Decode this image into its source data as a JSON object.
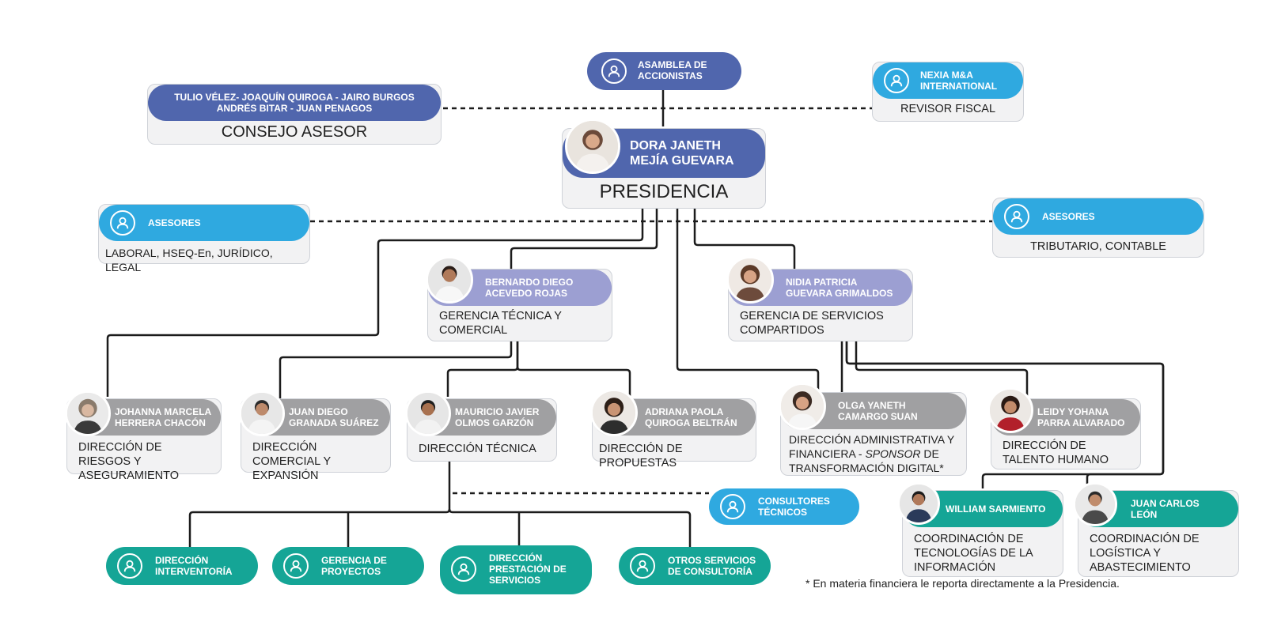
{
  "asamblea": {
    "label_line1": "ASAMBLEA DE",
    "label_line2": "ACCIONISTAS"
  },
  "consejo": {
    "members_line1": "TULIO VÉLEZ- JOAQUÍN QUIROGA - JAIRO BURGOS",
    "members_line2": "ANDRÉS BITAR - JUAN PENAGOS",
    "title": "CONSEJO ASESOR"
  },
  "nexia": {
    "name_line1": "NEXIA M&A",
    "name_line2": "INTERNATIONAL",
    "role": "REVISOR FISCAL"
  },
  "presidencia": {
    "name_line1": "DORA JANETH",
    "name_line2": "MEJÍA GUEVARA",
    "title": "PRESIDENCIA"
  },
  "asesores_left": {
    "label": "ASESORES",
    "areas": "LABORAL, HSEQ-En, JURÍDICO, LEGAL"
  },
  "asesores_right": {
    "label": "ASESORES",
    "areas": "TRIBUTARIO, CONTABLE"
  },
  "gerencia_tecnica": {
    "name_line1": "BERNARDO DIEGO",
    "name_line2": "ACEVEDO ROJAS",
    "title_line1": "GERENCIA TÉCNICA Y",
    "title_line2": "COMERCIAL"
  },
  "gerencia_servicios": {
    "name_line1": "NIDIA PATRICIA",
    "name_line2": "GUEVARA GRIMALDOS",
    "title_line1": "GERENCIA DE SERVICIOS",
    "title_line2": "COMPARTIDOS"
  },
  "riesgos": {
    "name_line1": "JOHANNA MARCELA",
    "name_line2": "HERRERA CHACÓN",
    "title_line1": "DIRECCIÓN DE RIESGOS",
    "title_line2": "Y ASEGURAMIENTO"
  },
  "comercial": {
    "name_line1": "JUAN DIEGO",
    "name_line2": "GRANADA SUÁREZ",
    "title_line1": "DIRECCIÓN COMERCIAL",
    "title_line2": "Y EXPANSIÓN"
  },
  "tecnica": {
    "name_line1": "MAURICIO JAVIER",
    "name_line2": "OLMOS GARZÓN",
    "title": "DIRECCIÓN TÉCNICA"
  },
  "propuestas": {
    "name_line1": "ADRIANA PAOLA",
    "name_line2": "QUIROGA BELTRÁN",
    "title": "DIRECCIÓN DE PROPUESTAS"
  },
  "administrativa": {
    "name_line1": "OLGA YANETH",
    "name_line2": "CAMARGO SUAN",
    "title_line1": "DIRECCIÓN ADMINISTRATIVA Y",
    "title_line2a": "FINANCIERA - ",
    "title_line2b": "SPONSOR",
    "title_line2c": " DE",
    "title_line3": "TRANSFORMACIÓN DIGITAL*"
  },
  "talento": {
    "name_line1": "LEIDY YOHANA",
    "name_line2": "PARRA ALVARADO",
    "title_line1": "DIRECCIÓN DE TALENTO",
    "title_line2": "HUMANO"
  },
  "consultores": {
    "label_line1": "CONSULTORES",
    "label_line2": "TÉCNICOS"
  },
  "tecnologias": {
    "name": "WILLIAM SARMIENTO",
    "title_line1": "COORDINACIÓN DE",
    "title_line2": "TECNOLOGÍAS DE LA",
    "title_line3": "INFORMACIÓN"
  },
  "logistica": {
    "name_line1": "JUAN CARLOS",
    "name_line2": "LEÓN",
    "title_line1": "COORDINACIÓN DE",
    "title_line2": "LOGÍSTICA Y",
    "title_line3": "ABASTECIMIENTO"
  },
  "units": [
    {
      "line1": "DIRECCIÓN",
      "line2": "INTERVENTORÍA",
      "line3": ""
    },
    {
      "line1": "GERENCIA DE",
      "line2": "PROYECTOS",
      "line3": ""
    },
    {
      "line1": "DIRECCIÓN",
      "line2": "PRESTACIÓN DE",
      "line3": "SERVICIOS"
    },
    {
      "line1": "OTROS SERVICIOS",
      "line2": "DE CONSULTORÍA",
      "line3": ""
    }
  ],
  "footnote": "* En materia financiera le reporta directamente a la Presidencia.",
  "colors": {
    "navy": "#5066ad",
    "lavender": "#9c9fd2",
    "gray": "#a0a0a2",
    "cyan": "#2fa9e0",
    "teal": "#15a596"
  },
  "icons": {
    "group_icon": "user-icon",
    "person_photo": "person-photo"
  }
}
